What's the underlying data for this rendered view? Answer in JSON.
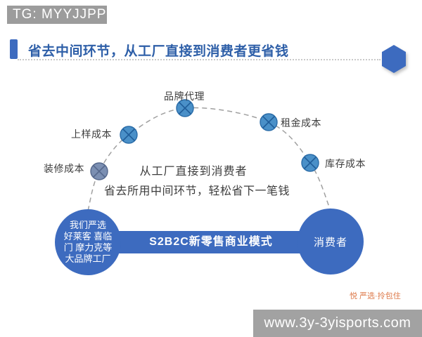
{
  "watermark": {
    "tg_badge": "TG: MYYJJPP"
  },
  "header": {
    "title": "省去中间环节，从工厂直接到消费者更省钱"
  },
  "diagram": {
    "nodes": [
      {
        "label": "装修成本"
      },
      {
        "label": "上样成本"
      },
      {
        "label": "品牌代理"
      },
      {
        "label": "租金成本"
      },
      {
        "label": "库存成本"
      }
    ],
    "center_text": {
      "line1": "从工厂直接到消费者",
      "line2": "省去所用中间环节，轻松省下一笔钱"
    },
    "factory_circle_lines": [
      "我们严选",
      "好莱客 喜临",
      "门 摩力克等",
      "大品牌工厂"
    ],
    "bar_label": "S2B2C新零售商业模式",
    "consumer_circle_label": "消费者"
  },
  "footer": {
    "brand": "悦 严选·拎包住",
    "url": "www.3y-3yisports.com"
  },
  "colors": {
    "blue_primary": "#3d6bbf",
    "title_blue": "#2e5fa8",
    "text_dark": "#3d3d3d",
    "badge_gray": "#9c9c9c",
    "urlbar_gray": "#a2a2a2",
    "arc_gray": "#a0a0a0",
    "node_fill": "#4a90c8",
    "node_stroke": "#2a6ca8",
    "node_x": "#1f5c99",
    "node_muted_fill": "#7b8fb2",
    "node_muted_stroke": "#55688c",
    "orange": "#dd7848"
  }
}
